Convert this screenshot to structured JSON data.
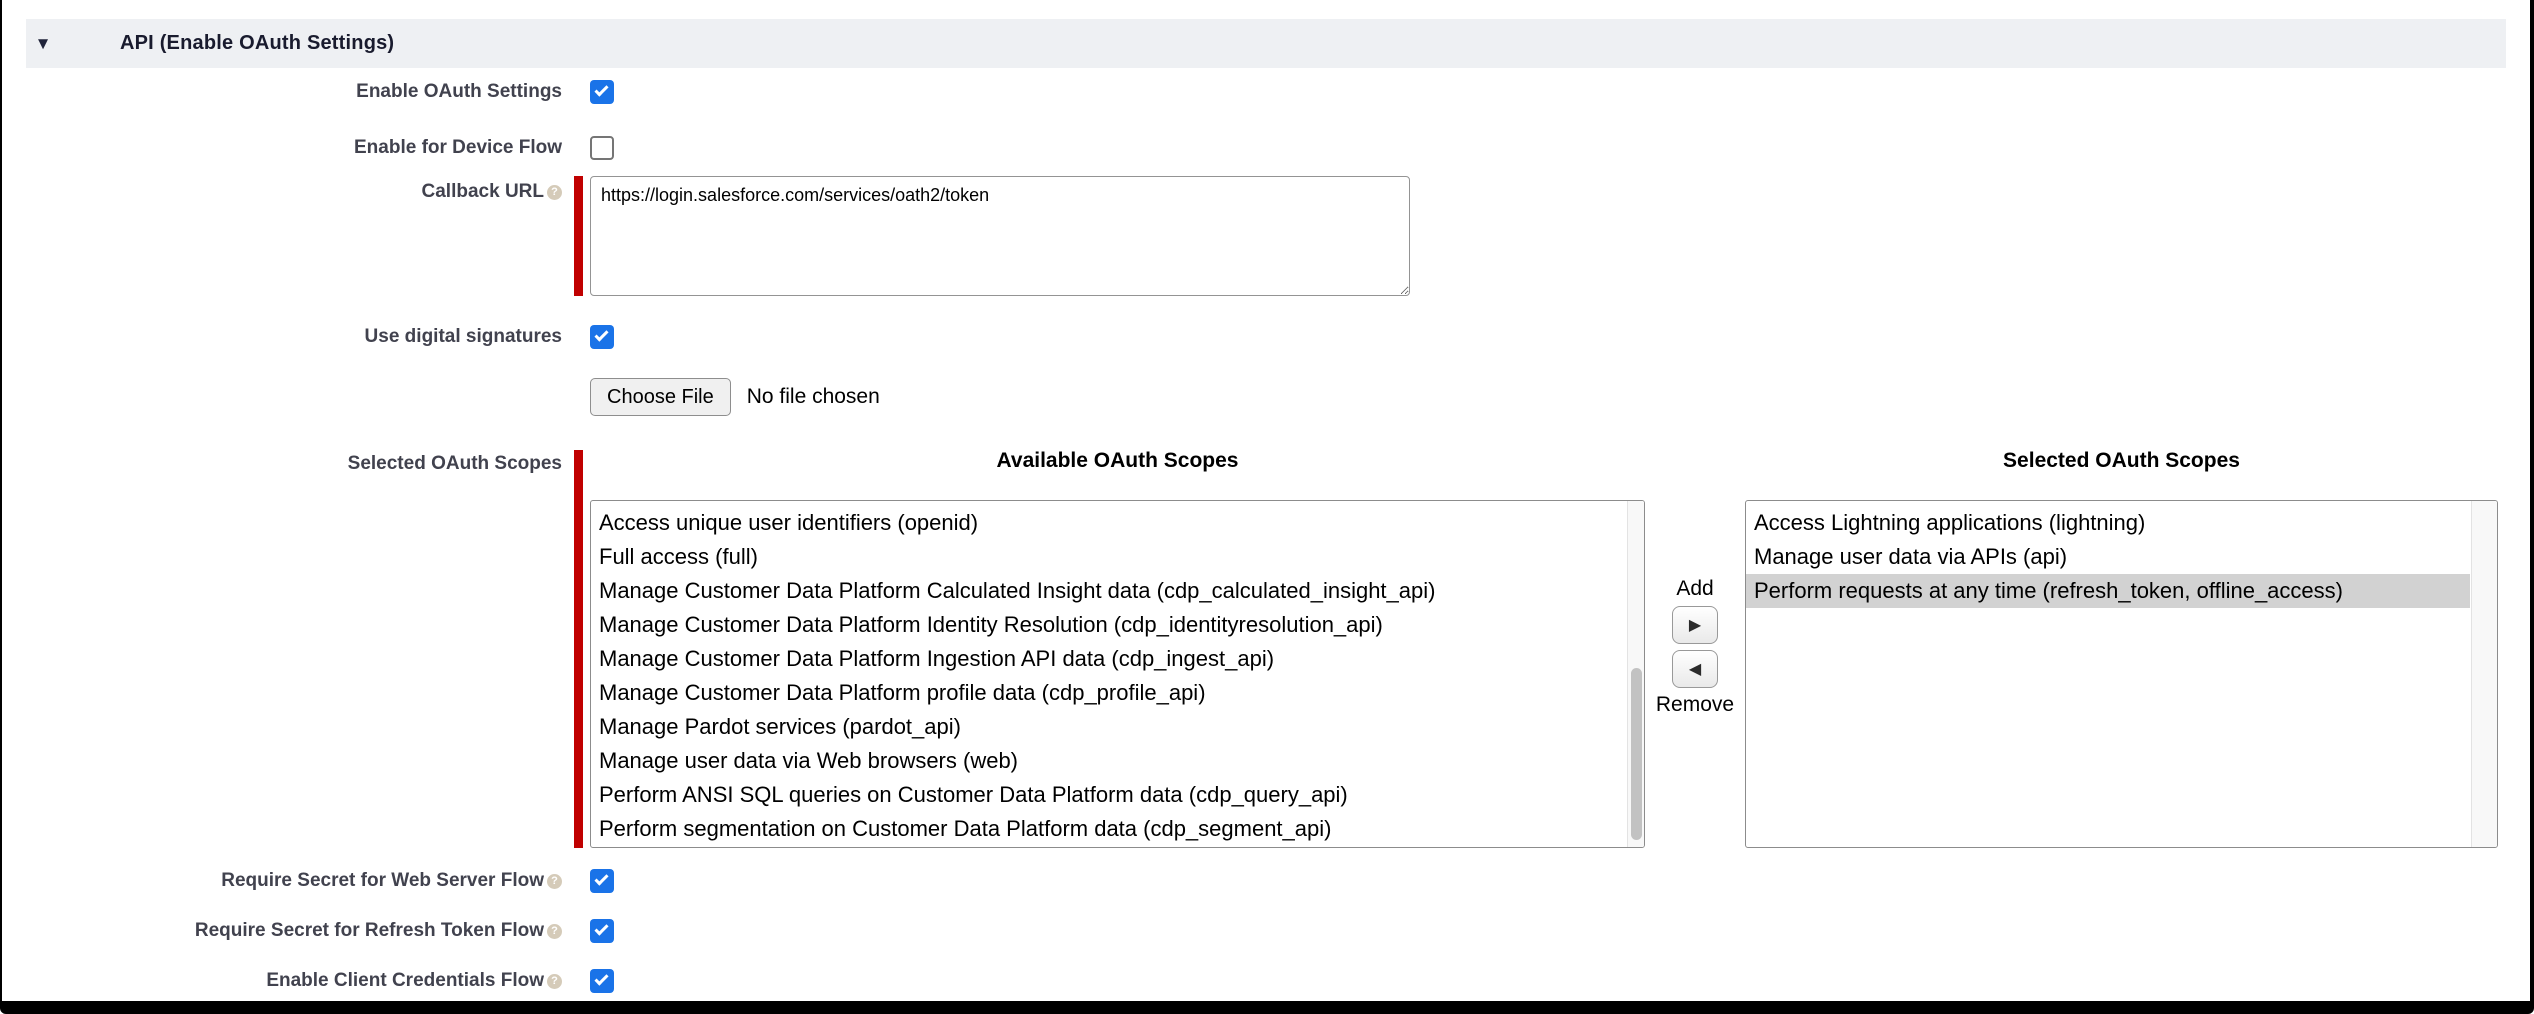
{
  "header": {
    "title": "API (Enable OAuth Settings)"
  },
  "icons": {
    "collapse": "▼",
    "help": "?",
    "add_arrow": "▶",
    "remove_arrow": "◀"
  },
  "fields": {
    "enable_oauth": {
      "label": "Enable OAuth Settings",
      "checked": true
    },
    "device_flow": {
      "label": "Enable for Device Flow",
      "checked": false
    },
    "callback_url": {
      "label": "Callback URL",
      "value": "https://login.salesforce.com/services/oath2/token",
      "required": true
    },
    "digital_signatures": {
      "label": "Use digital signatures",
      "checked": true
    },
    "certificate_file": {
      "button_label": "Choose File",
      "status": "No file chosen"
    },
    "scopes": {
      "label": "Selected OAuth Scopes",
      "required": true,
      "add_label": "Add",
      "remove_label": "Remove",
      "available": {
        "header": "Available OAuth Scopes",
        "items": [
          "Access unique user identifiers (openid)",
          "Full access (full)",
          "Manage Customer Data Platform Calculated Insight data (cdp_calculated_insight_api)",
          "Manage Customer Data Platform Identity Resolution (cdp_identityresolution_api)",
          "Manage Customer Data Platform Ingestion API data (cdp_ingest_api)",
          "Manage Customer Data Platform profile data (cdp_profile_api)",
          "Manage Pardot services (pardot_api)",
          "Manage user data via Web browsers (web)",
          "Perform ANSI SQL queries on Customer Data Platform data (cdp_query_api)",
          "Perform segmentation on Customer Data Platform data (cdp_segment_api)"
        ]
      },
      "selected": {
        "header": "Selected OAuth Scopes",
        "items": [
          "Access Lightning applications (lightning)",
          "Manage user data via APIs (api)",
          "Perform requests at any time (refresh_token, offline_access)"
        ],
        "highlighted_index": 2
      }
    },
    "web_server_flow": {
      "label": "Require Secret for Web Server Flow",
      "checked": true
    },
    "refresh_token_flow": {
      "label": "Require Secret for Refresh Token Flow",
      "checked": true
    },
    "client_credentials_flow": {
      "label": "Enable Client Credentials Flow",
      "checked": true
    }
  },
  "colors": {
    "accent": "#1a73e8",
    "required": "#c00000",
    "header_bg": "#eef0f3",
    "highlight": "#d2d2d2",
    "label": "#41424e"
  }
}
